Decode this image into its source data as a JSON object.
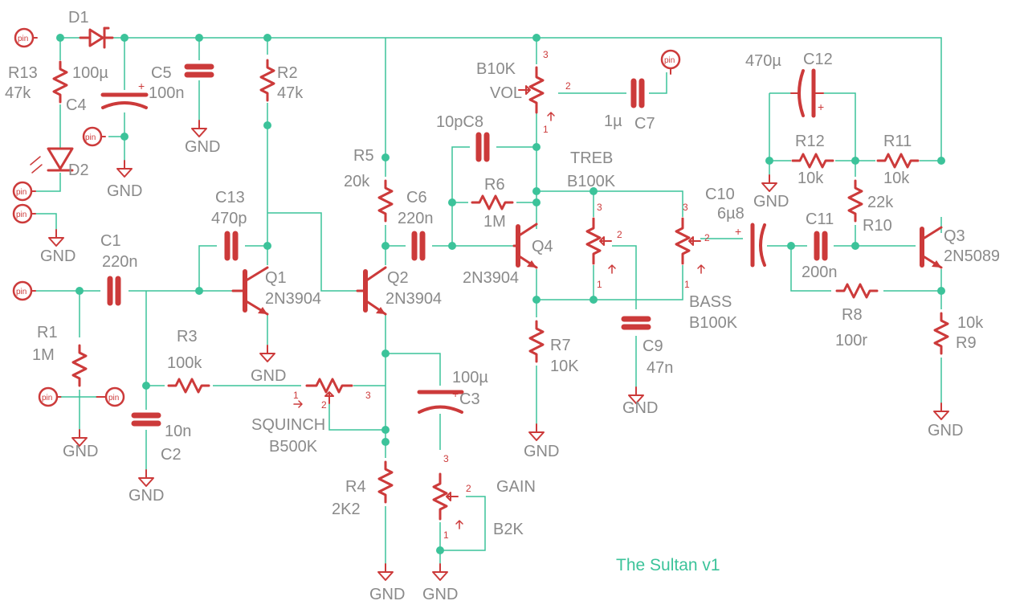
{
  "title": "The Sultan v1",
  "colors": {
    "wire": "#3cc39a",
    "component": "#cc3a3a",
    "label": "#8a8a8a",
    "background": "#ffffff"
  },
  "labels": {
    "D1": "D1",
    "D2": "D2",
    "R13": "R13",
    "R13_val": "47k",
    "C4_val": "100µ",
    "C4": "C4",
    "C5": "C5",
    "C5_val": "100n",
    "R2": "R2",
    "R2_val": "47k",
    "B10K": "B10K",
    "VOL": "VOL",
    "C7_val": "1µ",
    "C7": "C7",
    "C12_val": "470µ",
    "C12": "C12",
    "C8": "10pC8",
    "R5": "R5",
    "R5_val": "20k",
    "C6": "C6",
    "C6_val": "220n",
    "R6": "R6",
    "R6_val": "1M",
    "TREB": "TREB",
    "TREB_val": "B100K",
    "R12": "R12",
    "R12_val": "10k",
    "R11": "R11",
    "R11_val": "10k",
    "R10_val": "22k",
    "R10": "R10",
    "C10": "C10",
    "C10_val": "6µ8",
    "C11": "C11",
    "C11_val": "200n",
    "Q3": "Q3",
    "Q3_val": "2N5089",
    "C13": "C13",
    "C13_val": "470p",
    "C1": "C1",
    "C1_val": "220n",
    "Q1": "Q1",
    "Q1_val": "2N3904",
    "Q2": "Q2",
    "Q2_val": "2N3904",
    "Q4": "Q4",
    "Q4_val": "2N3904",
    "R1": "R1",
    "R1_val": "1M",
    "R3": "R3",
    "R3_val": "100k",
    "C2_val": "10n",
    "C2": "C2",
    "SQUINCH": "SQUINCH",
    "SQUINCH_val": "B500K",
    "C3_val": "100µ",
    "C3": "C3",
    "R4": "R4",
    "R4_val": "2K2",
    "GAIN": "GAIN",
    "GAIN_val": "B2K",
    "R7": "R7",
    "R7_val": "10K",
    "C9": "C9",
    "C9_val": "47n",
    "BASS": "BASS",
    "BASS_val": "B100K",
    "R8": "R8",
    "R8_val": "100r",
    "R9_val": "10k",
    "R9": "R9",
    "gnd": "GND",
    "pin": "pin",
    "p1": "1",
    "p2": "2",
    "p3": "3"
  }
}
